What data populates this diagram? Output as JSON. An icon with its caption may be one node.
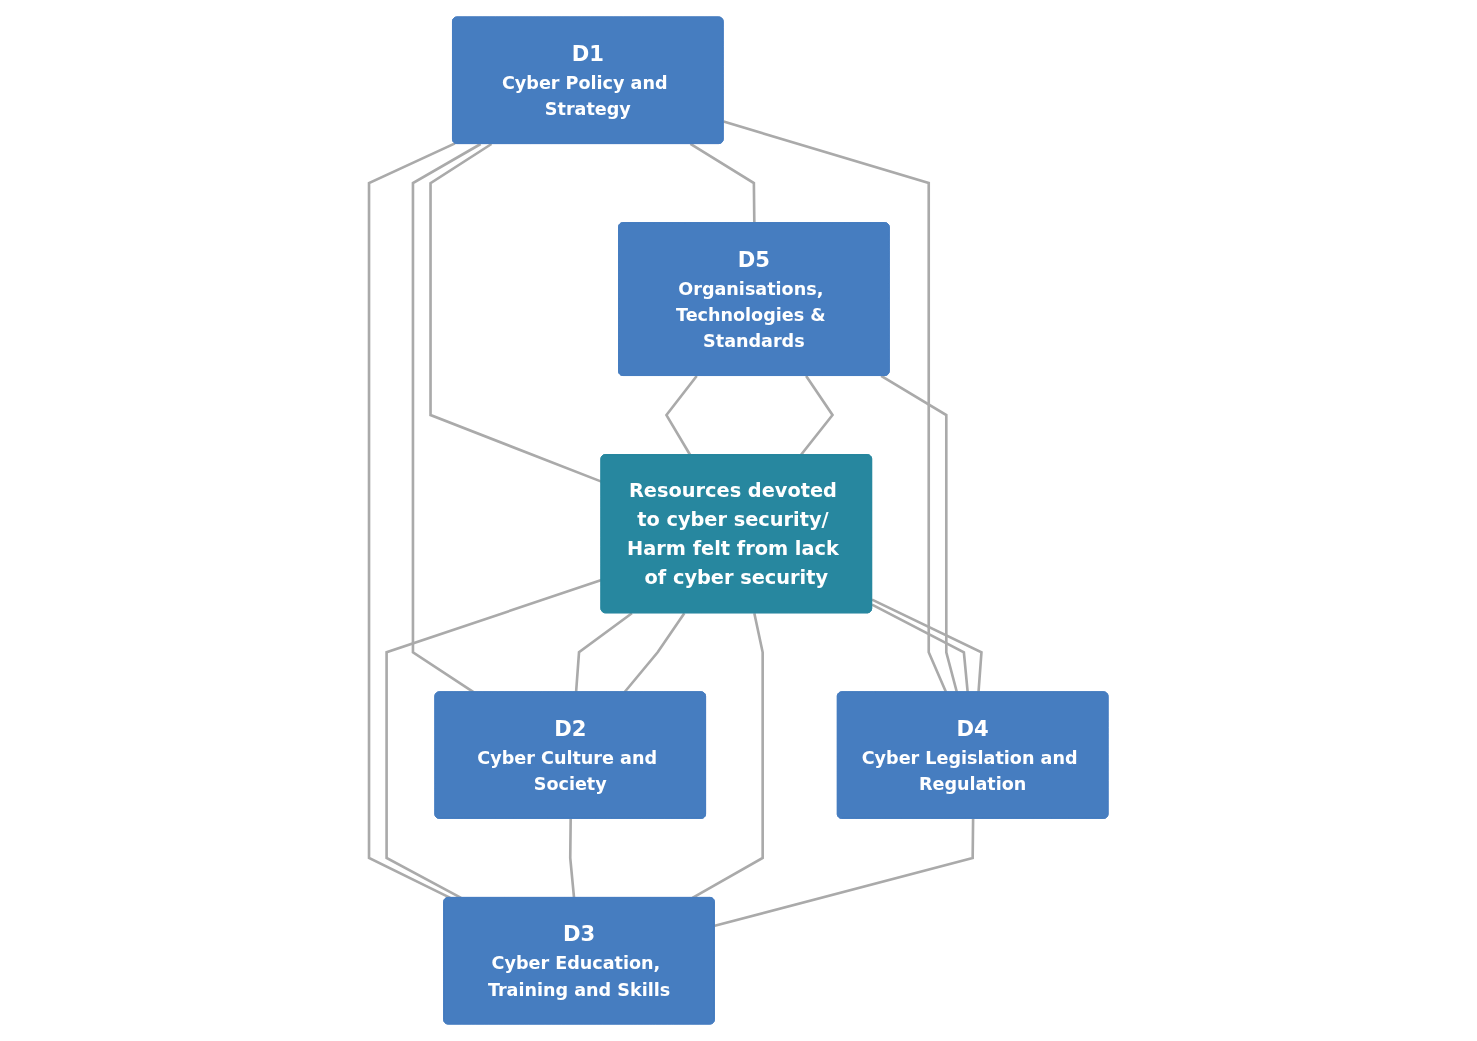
{
  "diagram": {
    "nodes": [
      {
        "text": [
          "D1",
          "Cyber Policy and Strategy"
        ]
      },
      {
        "text": [
          "D5",
          "Organisations, Technologies & Standards"
        ]
      },
      {
        "text": [
          "Resources devoted to cyber security/ Harm felt from lack of cyber security"
        ]
      },
      {
        "text": [
          "D2",
          "Cyber Culture and Society"
        ]
      },
      {
        "text": [
          "D4",
          "Cyber Legislation and Regulation"
        ]
      },
      {
        "text": [
          "D3",
          "Cyber Education, Training and Skills"
        ]
      }
    ],
    "edges": [
      {
        "from": 0,
        "to": 1,
        "arrow": "none"
      },
      {
        "from": 0,
        "to": 4,
        "arrow": "none"
      },
      {
        "from": 0,
        "to": 2,
        "arrow": "none"
      },
      {
        "from": 0,
        "to": 3,
        "arrow": "none"
      },
      {
        "from": 0,
        "to": 5,
        "arrow": "none"
      },
      {
        "from": 1,
        "to": 2,
        "arrow": "none"
      },
      {
        "from": 1,
        "to": 2,
        "arrow": "none"
      },
      {
        "from": 2,
        "to": 3,
        "arrow": "none"
      },
      {
        "from": 3,
        "to": 2,
        "arrow": "none"
      },
      {
        "from": 1,
        "to": 4,
        "arrow": "none"
      },
      {
        "from": 2,
        "to": 4,
        "arrow": "none"
      },
      {
        "from": 2,
        "to": 5,
        "arrow": "none"
      },
      {
        "from": 3,
        "to": 5,
        "arrow": "none"
      },
      {
        "from": 2,
        "to": 4,
        "arrow": "none"
      },
      {
        "from": 2,
        "to": 5,
        "arrow": "none"
      },
      {
        "from": 4,
        "to": 5,
        "arrow": "none"
      }
    ]
  }
}
